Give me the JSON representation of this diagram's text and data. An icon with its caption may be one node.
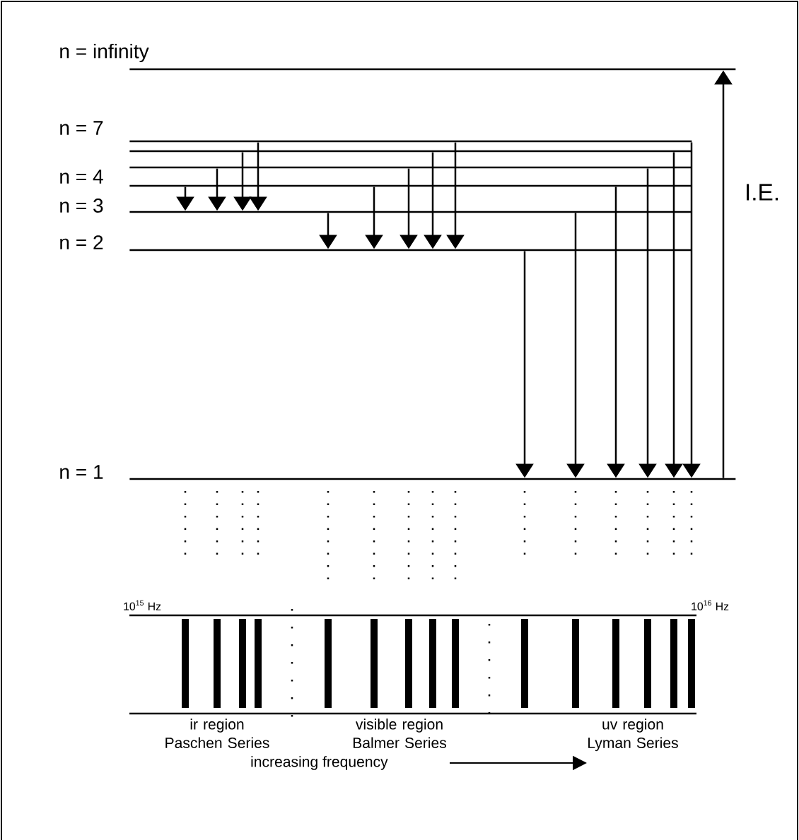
{
  "diagram": {
    "nodes": [
      {
        "text": [
          "n = infinity"
        ]
      },
      {
        "text": [
          "n = 7"
        ]
      },
      {
        "text": [],
        "shape": "bar"
      },
      {
        "text": [],
        "shape": "bar"
      },
      {
        "text": [
          "n = 4"
        ]
      },
      {
        "text": [
          "n = 3"
        ]
      },
      {
        "text": [
          "n = 2"
        ]
      },
      {
        "text": [
          "n = 1"
        ]
      }
    ],
    "edges": [
      {
        "from": 4,
        "to": 5,
        "arrow": "to"
      },
      {
        "from": 3,
        "to": 5,
        "arrow": "to"
      },
      {
        "from": 2,
        "to": 5,
        "arrow": "to"
      },
      {
        "from": 1,
        "to": 5,
        "arrow": "to"
      },
      {
        "from": 5,
        "to": 6,
        "arrow": "to"
      },
      {
        "from": 4,
        "to": 6,
        "arrow": "to"
      },
      {
        "from": 3,
        "to": 6,
        "arrow": "to"
      },
      {
        "from": 2,
        "to": 6,
        "arrow": "to"
      },
      {
        "from": 1,
        "to": 6,
        "arrow": "to"
      },
      {
        "from": 6,
        "to": 7,
        "arrow": "to"
      },
      {
        "from": 5,
        "to": 7,
        "arrow": "to"
      },
      {
        "from": 4,
        "to": 7,
        "arrow": "to"
      },
      {
        "from": 3,
        "to": 7,
        "arrow": "to"
      },
      {
        "from": 2,
        "to": 7,
        "arrow": "to"
      },
      {
        "from": 1,
        "to": 7,
        "arrow": "to"
      },
      {
        "from": 7,
        "to": 0,
        "arrow": "to"
      }
    ],
    "labels": [
      "I.E.",
      "10$^{15}$ Hz",
      "10$^{16}$ Hz",
      "ir region Paschen Series",
      "visible region Balmer Series",
      "uv region Lyman Series",
      "increasing frequency"
    ]
  }
}
